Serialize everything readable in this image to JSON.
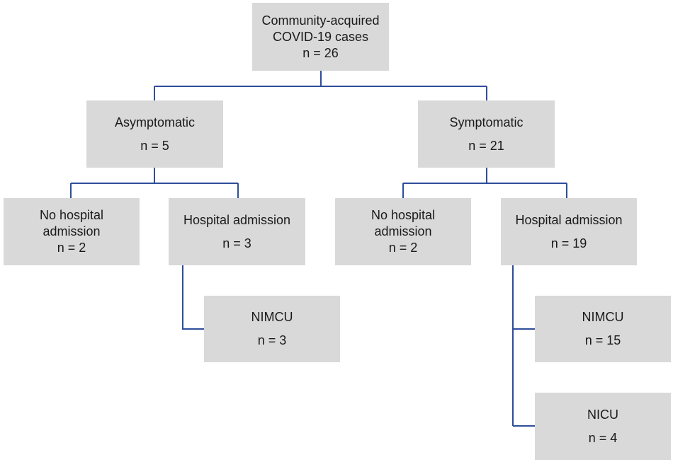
{
  "nodes": {
    "root": {
      "lines": [
        "Community-acquired",
        "COVID-19 cases"
      ],
      "count": "n = 26"
    },
    "asymptomatic": {
      "lines": [
        "Asymptomatic"
      ],
      "count": "n = 5"
    },
    "symptomatic": {
      "lines": [
        "Symptomatic"
      ],
      "count": "n = 21"
    },
    "asym_no_hospital": {
      "lines": [
        "No hospital",
        "admission"
      ],
      "count": "n = 2"
    },
    "asym_hospital": {
      "lines": [
        "Hospital admission"
      ],
      "count": "n = 3"
    },
    "asym_nimcu": {
      "lines": [
        "NIMCU"
      ],
      "count": "n = 3"
    },
    "sym_no_hospital": {
      "lines": [
        "No hospital",
        "admission"
      ],
      "count": "n = 2"
    },
    "sym_hospital": {
      "lines": [
        "Hospital admission"
      ],
      "count": "n = 19"
    },
    "sym_nimcu": {
      "lines": [
        "NIMCU"
      ],
      "count": "n = 15"
    },
    "sym_nicu": {
      "lines": [
        "NICU"
      ],
      "count": "n = 4"
    }
  },
  "colors": {
    "box": "#d9d9d9",
    "connector": "#2e4d9b"
  }
}
